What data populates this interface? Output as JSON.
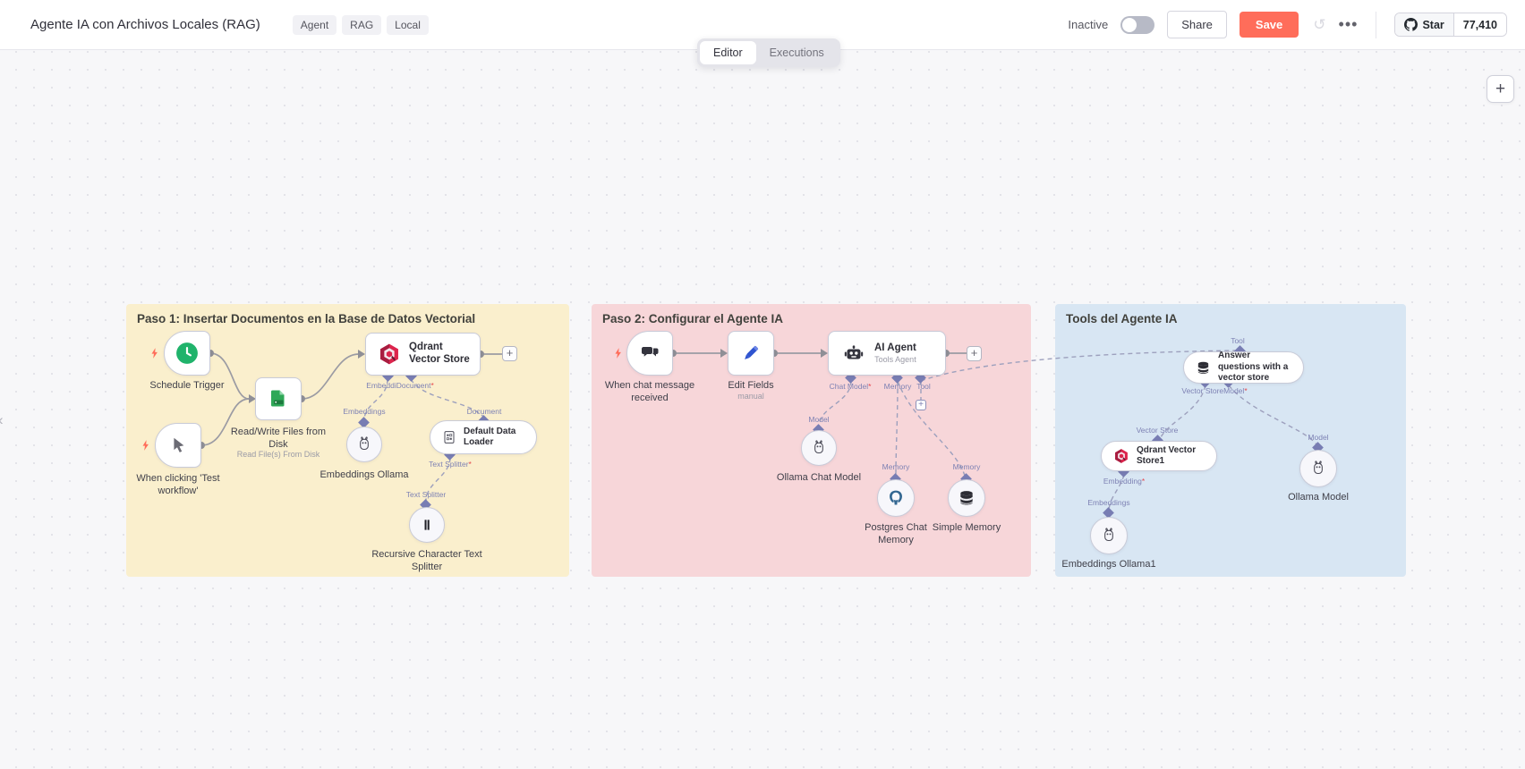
{
  "header": {
    "title": "Agente IA con Archivos Locales (RAG)",
    "tags": [
      "Agent",
      "RAG",
      "Local"
    ],
    "inactive_label": "Inactive",
    "share_label": "Share",
    "save_label": "Save",
    "undo_icon": "↺",
    "more_icon": "•••",
    "github_star": {
      "label": "Star",
      "count": "77,410"
    }
  },
  "tabs": {
    "editor": "Editor",
    "executions": "Executions"
  },
  "canvas": {
    "zoom_plus": "+",
    "collapse_chevron": "‹"
  },
  "colors": {
    "accent": "#FF6D5A",
    "sticky_yellow": "#FAEFCD",
    "sticky_pink": "#F7D6D9",
    "sticky_blue": "#D8E6F3"
  },
  "groups": [
    {
      "title": "Paso 1: Insertar Documentos en la Base de Datos Vectorial"
    },
    {
      "title": "Paso 2: Configurar el Agente IA"
    },
    {
      "title": "Tools del Agente IA"
    }
  ],
  "nodes": {
    "schedule_trigger": {
      "label": "Schedule Trigger"
    },
    "manual_trigger": {
      "label": "When clicking 'Test workflow'"
    },
    "read_write_files": {
      "label": "Read/Write Files from Disk",
      "subtitle": "Read File(s) From Disk"
    },
    "qdrant_vector_store": {
      "label": "Qdrant Vector Store"
    },
    "embeddings_ollama": {
      "label": "Embeddings Ollama"
    },
    "default_data_loader": {
      "label": "Default Data Loader"
    },
    "recursive_splitter": {
      "label": "Recursive Character Text Splitter"
    },
    "chat_trigger": {
      "label": "When chat message received"
    },
    "edit_fields": {
      "label": "Edit Fields",
      "subtitle": "manual"
    },
    "ai_agent": {
      "label": "AI Agent",
      "subtitle": "Tools Agent"
    },
    "ollama_chat_model": {
      "label": "Ollama Chat Model"
    },
    "postgres_chat_memory": {
      "label": "Postgres Chat Memory"
    },
    "simple_memory": {
      "label": "Simple Memory"
    },
    "answer_questions_tool": {
      "label": "Answer questions with a vector store"
    },
    "qdrant_vector_store1": {
      "label": "Qdrant Vector Store1"
    },
    "ollama_model": {
      "label": "Ollama Model"
    },
    "embeddings_ollama1": {
      "label": "Embeddings Ollama1"
    }
  },
  "ports": {
    "qdrant_inputs": {
      "text": "EmbeddiDocument",
      "req": "*"
    },
    "embeddings_out": "Embeddings",
    "document_out": "Document",
    "text_splitter_in": {
      "text": "Text Splitter",
      "req": "*"
    },
    "text_splitter_out": "Text Splitter",
    "chat_model_in": {
      "text": "Chat Model",
      "req": "*"
    },
    "memory_in": "Memory",
    "tool_in": "Tool",
    "model_out1": "Model",
    "memory_out_pg": "Memory",
    "memory_out_sm": "Memory",
    "tool_out": "Tool",
    "answer_inputs": {
      "text": "Vector StoreModel",
      "req": "*"
    },
    "vector_store_out": "Vector Store",
    "embedding_in": {
      "text": "Embedding",
      "req": "*"
    },
    "embeddings_out2": "Embeddings",
    "model_out2": "Model",
    "add_tool": "+"
  },
  "plus_buttons": {
    "after_qdrant": "+",
    "after_agent": "+"
  }
}
